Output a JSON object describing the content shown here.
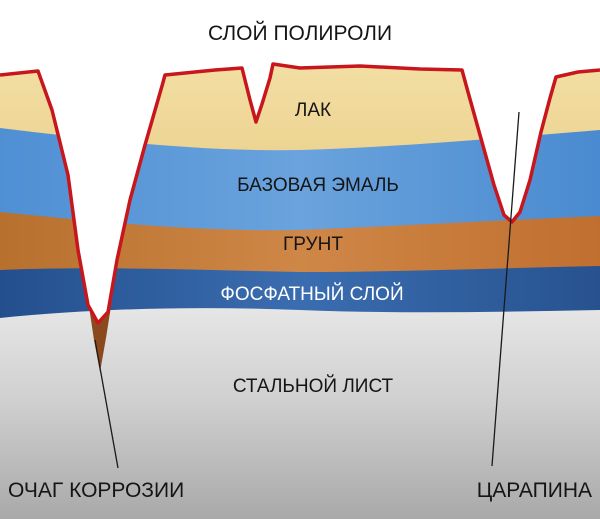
{
  "diagram": {
    "top_label": "СЛОЙ ПОЛИРОЛИ",
    "layers": [
      {
        "key": "lacquer",
        "label": "ЛАК",
        "color": "#f2dc9c"
      },
      {
        "key": "base_enamel",
        "label": "БАЗОВАЯ ЭМАЛЬ",
        "color": "#5f9ad8"
      },
      {
        "key": "primer",
        "label": "ГРУНТ",
        "color": "#c7793a"
      },
      {
        "key": "phosphate",
        "label": "ФОСФАТНЫЙ СЛОЙ",
        "color": "#2f5fa0"
      },
      {
        "key": "steel",
        "label": "СТАЛЬНОЙ ЛИСТ",
        "color": "#c9c9c9"
      }
    ],
    "callouts": {
      "corrosion": "ОЧАГ КОРРОЗИИ",
      "scratch": "ЦАРАПИНА"
    },
    "colors": {
      "polish_outline": "#c8161d",
      "corrosion": "#8b4a1d",
      "leader_line": "#1a1a1a"
    }
  }
}
